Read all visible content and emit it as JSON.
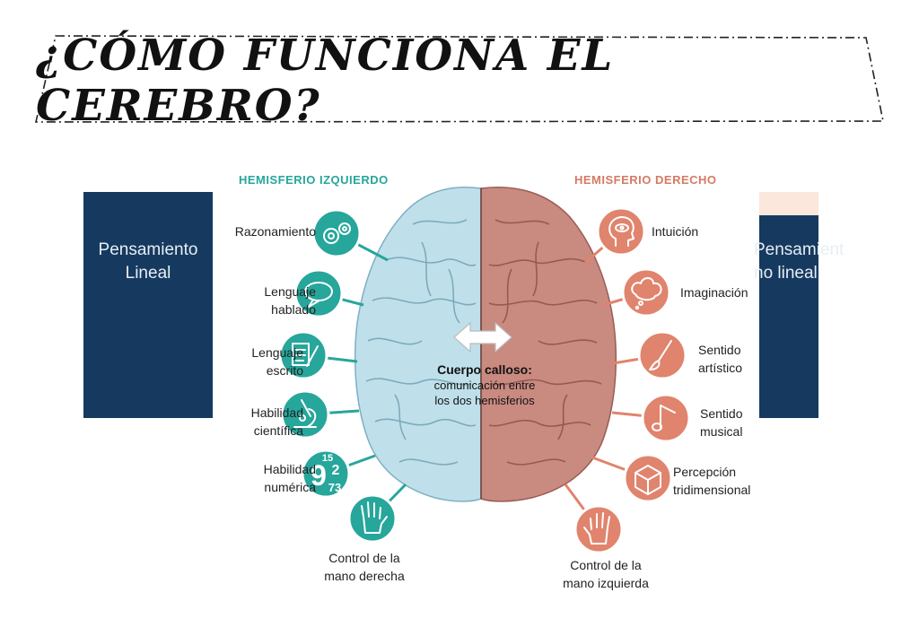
{
  "title": "¿CÓMO FUNCIONA EL CEREBRO?",
  "panels": {
    "left": "Pensamiento\nLineal",
    "right": "Pensamiento\nno lineal"
  },
  "hemispheres": {
    "left": "HEMISFERIO IZQUIERDO",
    "right": "HEMISFERIO DERECHO"
  },
  "left_functions": [
    {
      "label": "Razonamiento",
      "icon": "gears-icon"
    },
    {
      "label": "Lenguaje\nhablado",
      "icon": "speech-bubble-icon"
    },
    {
      "label": "Lenguaje\nescrito",
      "icon": "writing-icon"
    },
    {
      "label": "Habilidad\ncientífica",
      "icon": "microscope-icon"
    },
    {
      "label": "Habilidad\nnumérica",
      "icon": "numbers-icon"
    },
    {
      "label": "Control de la\nmano derecha",
      "icon": "right-hand-icon"
    }
  ],
  "right_functions": [
    {
      "label": "Intuición",
      "icon": "head-eye-icon"
    },
    {
      "label": "Imaginación",
      "icon": "thought-bubble-icon"
    },
    {
      "label": "Sentido\nartístico",
      "icon": "paintbrush-icon"
    },
    {
      "label": "Sentido\nmusical",
      "icon": "music-note-icon"
    },
    {
      "label": "Percepción\ntridimensional",
      "icon": "cube-icon"
    },
    {
      "label": "Control de la\nmano izquierda",
      "icon": "left-hand-icon"
    }
  ],
  "numbers_icon_digits": [
    "9",
    "2",
    "73",
    "15"
  ],
  "corpus_callosum": {
    "title": "Cuerpo calloso:",
    "text": "comunicación entre\nlos dos hemisferios"
  },
  "colors": {
    "teal": "#27a69b",
    "salmon": "#e0846d",
    "navy": "#163a5f",
    "brain_left": "#bfe0ea",
    "brain_right": "#c98a80"
  }
}
